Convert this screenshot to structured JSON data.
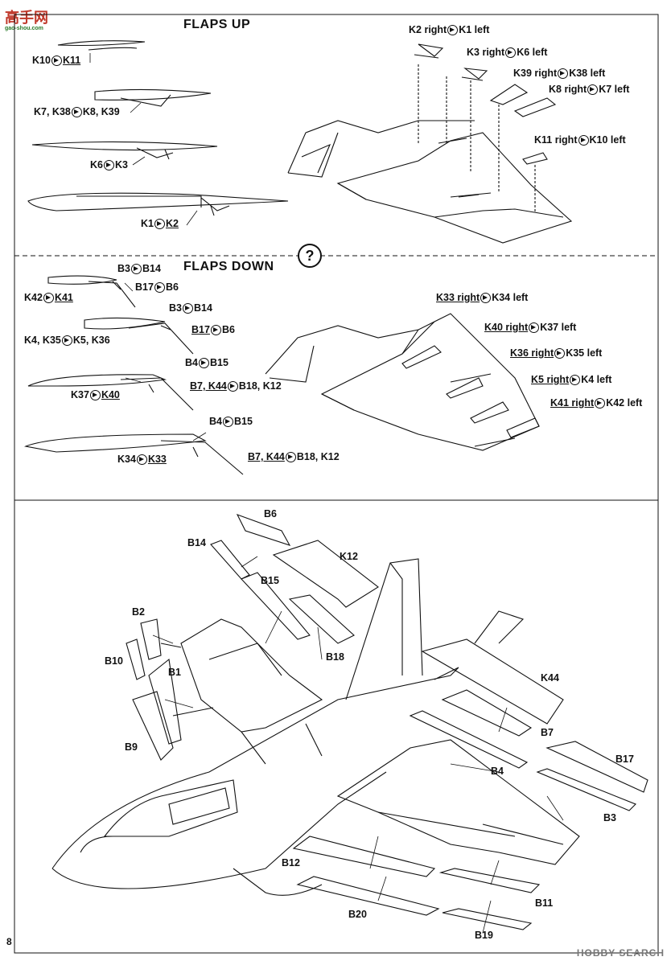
{
  "logo": {
    "text": "高手网",
    "sub": "gao-shou.com"
  },
  "sections": {
    "flaps_up": {
      "title": "FLAPS UP",
      "left_labels": [
        {
          "a": "K10",
          "b": "K11",
          "b_u": true
        },
        {
          "a": "K7, K38",
          "b": "K8, K39",
          "b_u": false
        },
        {
          "a": "K6",
          "b": "K3",
          "b_u": false
        },
        {
          "a": "K1",
          "b": "K2",
          "b_u": true
        }
      ],
      "right_labels": [
        {
          "a": "K2 right",
          "b": "K1 left"
        },
        {
          "a": "K3 right",
          "b": "K6 left"
        },
        {
          "a": "K39 right",
          "b": "K38 left"
        },
        {
          "a": "K8 right",
          "b": "K7 left"
        },
        {
          "a": "K11 right",
          "b": "K10 left"
        }
      ]
    },
    "query": "?",
    "flaps_down": {
      "title": "FLAPS DOWN",
      "left_labels": [
        {
          "a": "B3",
          "b": "B14",
          "b_u": false
        },
        {
          "a": "B17",
          "b": "B6",
          "b_u": false
        },
        {
          "a": "K42",
          "b": "K41",
          "b_u": true
        },
        {
          "a": "B3",
          "b": "B14",
          "b_u": false
        },
        {
          "a": "B17",
          "b": "B6",
          "a_u": true
        },
        {
          "a": "K4, K35",
          "b": "K5, K36",
          "b_u": false,
          "b_u2": "K36"
        },
        {
          "a": "B4",
          "b": "B15",
          "b_u": false
        },
        {
          "a": "B7, K44",
          "b": "B18, K12",
          "a_u": true
        },
        {
          "a": "K37",
          "b": "K40",
          "b_u": true
        },
        {
          "a": "B4",
          "b": "B15",
          "b_u": false
        },
        {
          "a": "K34",
          "b": "K33",
          "b_u": true
        },
        {
          "a": "B7, K44",
          "b": "B18, K12",
          "a_u": true
        }
      ],
      "right_labels": [
        {
          "a": "K33 right",
          "b": "K34 left"
        },
        {
          "a": "K40 right",
          "b": "K37 left"
        },
        {
          "a": "K36 right",
          "b": "K35 left"
        },
        {
          "a": "K5 right",
          "b": "K4 left"
        },
        {
          "a": "K41 right",
          "b": "K42 left"
        }
      ]
    },
    "assembly": {
      "parts": [
        "B6",
        "B14",
        "K12",
        "B15",
        "B2",
        "B10",
        "B18",
        "B1",
        "B9",
        "K44",
        "B7",
        "B17",
        "B4",
        "B3",
        "B12",
        "B11",
        "B20",
        "B19"
      ]
    }
  },
  "footer": {
    "page_number": "8",
    "watermark": "HOBBY SEARCH"
  }
}
